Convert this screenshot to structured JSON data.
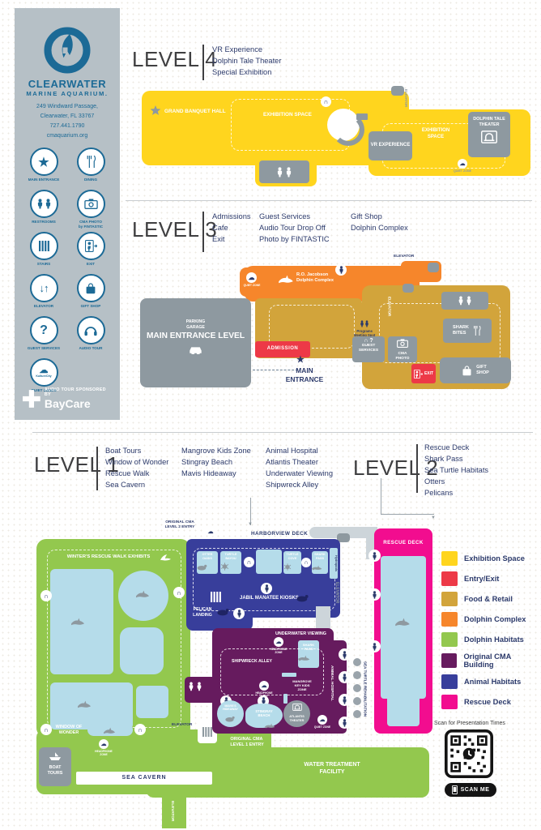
{
  "sidebar": {
    "brand": {
      "line1": "CLEARWATER",
      "line2": "MARINE AQUARIUM."
    },
    "address": [
      "249 Windward Passage,",
      "Clearwater, FL 33767",
      "727.441.1790",
      "cmaquarium.org"
    ],
    "icons": [
      "MAIN ENTRANCE",
      "DINING",
      "RESTROOMS",
      "CMA PHOTO\nby FINTASTIC",
      "STAIRS",
      "EXIT",
      "ELEVATOR",
      "GIFT SHOP",
      "GUEST SERVICES",
      "AUDIO TOUR",
      "QUIET ZONES"
    ],
    "kulture_city": "KultureCity",
    "sponsor": {
      "tagline": "AUDIO TOUR SPONSORED BY",
      "name": "BayCare"
    }
  },
  "glyphs": {
    "star": "★",
    "audio": "∩",
    "question": "?",
    "elevator_arrows": "↓↑",
    "quiet": "☁",
    "arrow_down": "▼"
  },
  "level4": {
    "title": "LEVEL 4",
    "features": [
      "VR Experience",
      "Dolphin Tale Theater",
      "Special Exhibition"
    ],
    "labels": {
      "grand_banquet_hall": "GRAND BANQUET HALL",
      "exhibition_space": "EXHIBITION SPACE",
      "exhibition_space_2": "EXHIBITION\nSPACE",
      "vr_experience": "VR EXPERIENCE",
      "dolphin_tale_theater": "DOLPHIN TALE\nTHEATER",
      "elevator": "ELEVATOR",
      "quiet_zone": "QUIET ZONE"
    }
  },
  "level3": {
    "title": "LEVEL 3",
    "features_col1": [
      "Admissions",
      "Cafe",
      "Exit"
    ],
    "features_col2": [
      "Guest Services",
      "Audio Tour Drop Off",
      "Photo by FINTASTIC"
    ],
    "features_col3": [
      "Gift Shop",
      "Dolphin Complex"
    ],
    "labels": {
      "dolphin_complex": "R.O. Jacobson\nDolphin Complex",
      "elevator": "ELEVATOR",
      "parking_garage": "PARKING\nGARAGE",
      "main_entrance_level": "MAIN ENTRANCE LEVEL",
      "admission": "ADMISSION",
      "main_entrance": "MAIN\nENTRANCE",
      "programs_meeting_spot": "Programs\nMeeting Spot",
      "guest_services": "GUEST\nSERVICES",
      "cma_photo": "CMA\nPHOTO",
      "shark_bites": "SHARK\nBITES",
      "exit": "EXIT",
      "gift_shop": "GIFT\nSHOP",
      "quiet_zone": "QUIET ZONE"
    }
  },
  "level1": {
    "title": "LEVEL 1",
    "features_col1": [
      "Boat Tours",
      "Window of Wonder",
      "Rescue Walk",
      "Sea Cavern"
    ],
    "features_col2": [
      "Mangrove Kids Zone",
      "Stingray Beach",
      "Mavis Hideaway"
    ],
    "features_col3": [
      "Animal Hospital",
      "Atlantis Theater",
      "Underwater Viewing",
      "Shipwreck Alley"
    ]
  },
  "level2": {
    "title": "LEVEL 2",
    "features": [
      "Rescue Deck",
      "Shark Pass",
      "Sea Turtle Habitats",
      "Otters",
      "Pelicans"
    ]
  },
  "map": {
    "labels": {
      "original_cma_l2_entry": "ORIGINAL CMA\nLEVEL 2 ENTRY",
      "harborview_deck": "HARBORVIEW DECK",
      "winters_walk": "WINTER'S RESCUE WALK EXHIBITS",
      "otter_oasis": "OTTER\nOASIS",
      "turtle_bayou": "TURTLE\nBAYOU",
      "turtle_cove": "TURTLE\nCOVE",
      "shark_pass": "SHARK\nPASS",
      "hydropods": "Hydropods",
      "rescue_deck": "RESCUE DECK",
      "jabil_manatee_kiosks": "JABIL MANATEE KIOSKS",
      "pelican_landing": "PELICAN\nLANDING",
      "elevator": "ELEVATOR",
      "underwater_viewing": "UNDERWATER VIEWING",
      "headphone_zone": "HEADPHONE\nZONE",
      "quiet_zone": "QUIET ZONE",
      "shipwreck_alley": "SHIPWRECK ALLEY",
      "mangrove_kids": "MANGROVE\nKEY KIDS\nZONE",
      "animal_hospital": "ANIMAL HOSPITAL",
      "sea_turtle_rehab": "SEA TURTLE REHABILITATION",
      "mavis_hideaway": "MAVIS'S\nHIDEAWAY",
      "stingray_beach": "STINGRAY\nBEACH",
      "atlantis_theater": "ATLANTIS\nTHEATER",
      "original_cma_l1_entry": "ORIGINAL CMA\nLEVEL 1 ENTRY",
      "window_of_wonder": "WINDOW OF\nWONDER",
      "boat_tours": "BOAT\nTOURS",
      "sea_cavern": "SEA CAVERN",
      "water_treatment": "WATER TREATMENT\nFACILITY"
    }
  },
  "legend": {
    "items": [
      {
        "label": "Exhibition Space",
        "color": "#FFD51E"
      },
      {
        "label": "Entry/Exit",
        "color": "#ED3947"
      },
      {
        "label": "Food & Retail",
        "color": "#D2A43B"
      },
      {
        "label": "Dolphin Complex",
        "color": "#F6862B"
      },
      {
        "label": "Dolphin Habitats",
        "color": "#93C84E"
      },
      {
        "label": "Original CMA Building",
        "color": "#661B5E"
      },
      {
        "label": "Animal Habitats",
        "color": "#383E9B"
      },
      {
        "label": "Rescue Deck",
        "color": "#F20D8F"
      }
    ]
  },
  "qr": {
    "caption": "Scan for Presentation Times",
    "button": "SCAN ME"
  }
}
